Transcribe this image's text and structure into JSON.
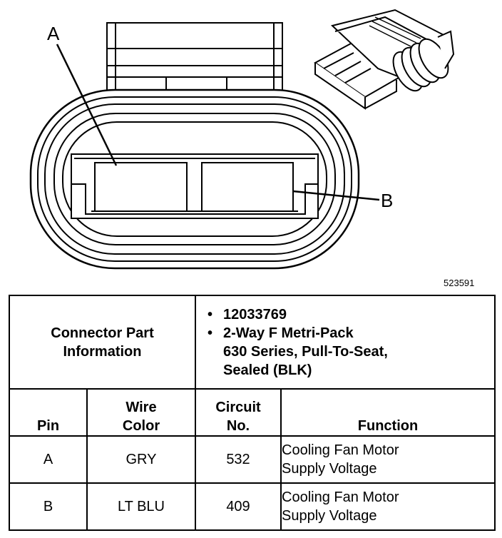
{
  "diagram": {
    "labels": {
      "a": "A",
      "b": "B"
    },
    "figure_number": "523591"
  },
  "table": {
    "connector_header": [
      "Connector Part",
      "Information"
    ],
    "part_info": [
      [
        "12033769"
      ],
      [
        "2-Way F Metri-Pack",
        "630 Series, Pull-To-Seat,",
        "Sealed (BLK)"
      ]
    ],
    "columns": {
      "pin": "Pin",
      "wire_color": [
        "Wire",
        "Color"
      ],
      "circuit": [
        "Circuit",
        "No."
      ],
      "function": "Function"
    },
    "rows": [
      {
        "pin": "A",
        "wire_color": "GRY",
        "circuit": "532",
        "function": [
          "Cooling Fan Motor",
          "Supply Voltage"
        ]
      },
      {
        "pin": "B",
        "wire_color": "LT BLU",
        "circuit": "409",
        "function": [
          "Cooling Fan Motor",
          "Supply Voltage"
        ]
      }
    ]
  }
}
